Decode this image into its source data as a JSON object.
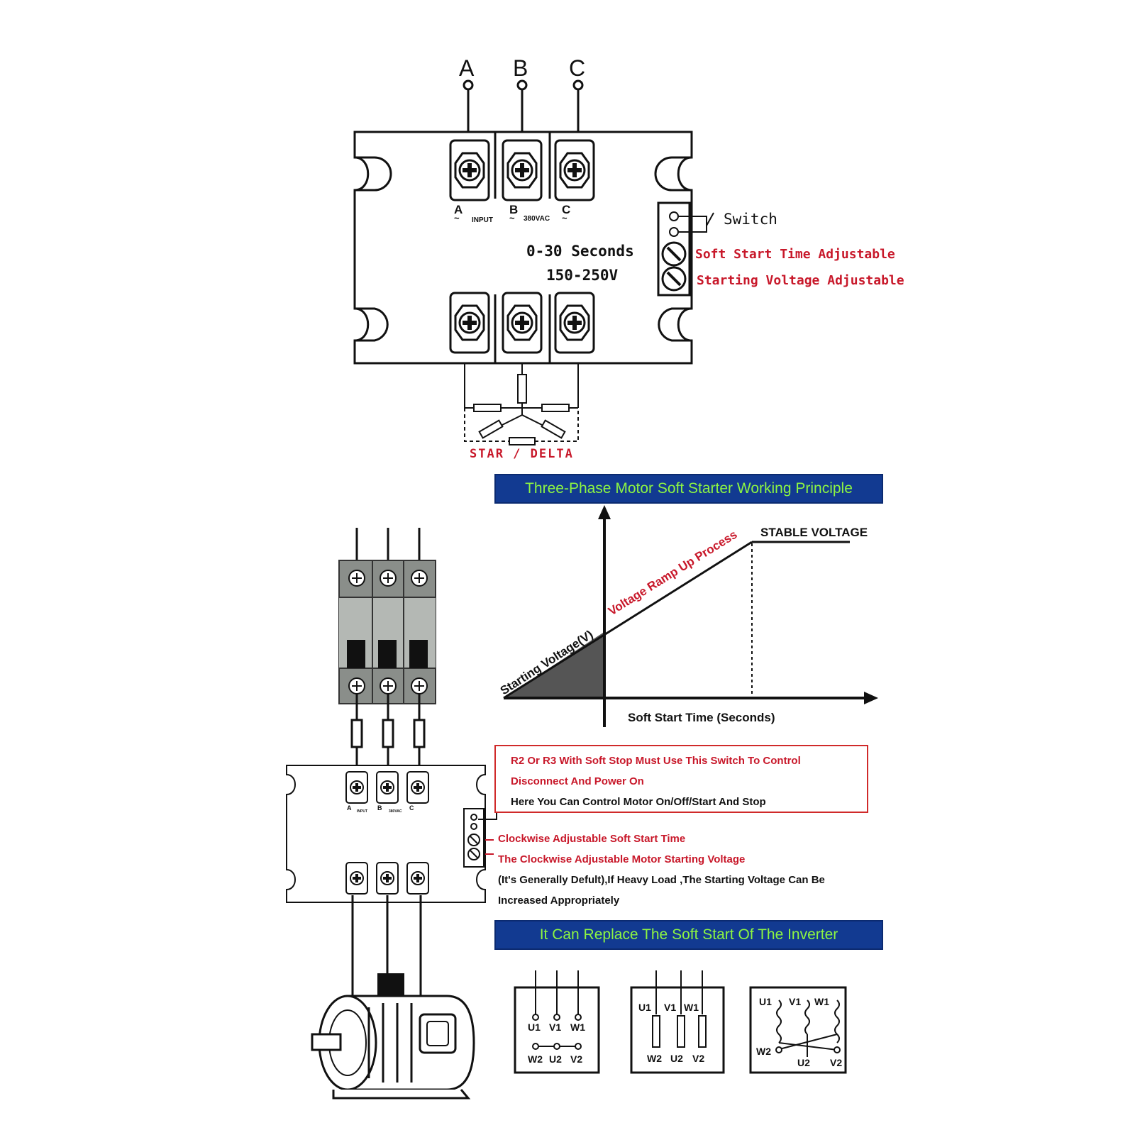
{
  "top_terminals": {
    "a": "A",
    "b": "B",
    "c": "C"
  },
  "top_device": {
    "phase_a": "A",
    "phase_b": "B",
    "phase_c": "C",
    "tilde": "~",
    "input": "INPUT",
    "voltage_label": "380VAC",
    "time_range": "0-30 Seconds",
    "voltage_range": "150-250V",
    "switch": "Switch",
    "soft_start": "Soft Start Time Adjustable",
    "start_voltage": "Starting Voltage Adjustable",
    "star_delta": "STAR / DELTA"
  },
  "principle": {
    "title": "Three-Phase Motor Soft Starter Working Principle",
    "stable": "STABLE VOLTAGE",
    "ramp": "Voltage Ramp Up Process",
    "start_v": "Starting Voltage(V)",
    "x_label": "Soft Start Time (Seconds)"
  },
  "note": {
    "line1": "R2 Or R3 With Soft Stop Must Use This Switch To Control",
    "line2": "Disconnect And Power On",
    "line3": "Here You Can Control Motor On/Off/Start And Stop"
  },
  "adjust": {
    "cw_time": "Clockwise Adjustable Soft Start Time",
    "cw_voltage": "The Clockwise Adjustable Motor Starting Voltage",
    "note1": "(It's Generally Defult),If Heavy Load ,The Starting Voltage Can Be",
    "note2": "Increased Appropriately"
  },
  "bottom_device": {
    "a": "A",
    "b": "B",
    "c": "C",
    "input": "INPUT",
    "voltage_label": "380VAC"
  },
  "inverter_banner": "It Can Replace The Soft Start Of The Inverter",
  "wiring": {
    "u1": "U1",
    "v1": "V1",
    "w1": "W1",
    "u2": "U2",
    "v2": "V2",
    "w2": "W2"
  },
  "colors": {
    "banner_bg": "#123a91",
    "banner_text": "#8df542",
    "accent_red": "#c8182a"
  },
  "icons": [
    "screw-terminal-icon",
    "potentiometer-icon",
    "switch-icon",
    "resistor-icon",
    "circuit-breaker-icon",
    "fuse-icon",
    "motor-icon"
  ]
}
